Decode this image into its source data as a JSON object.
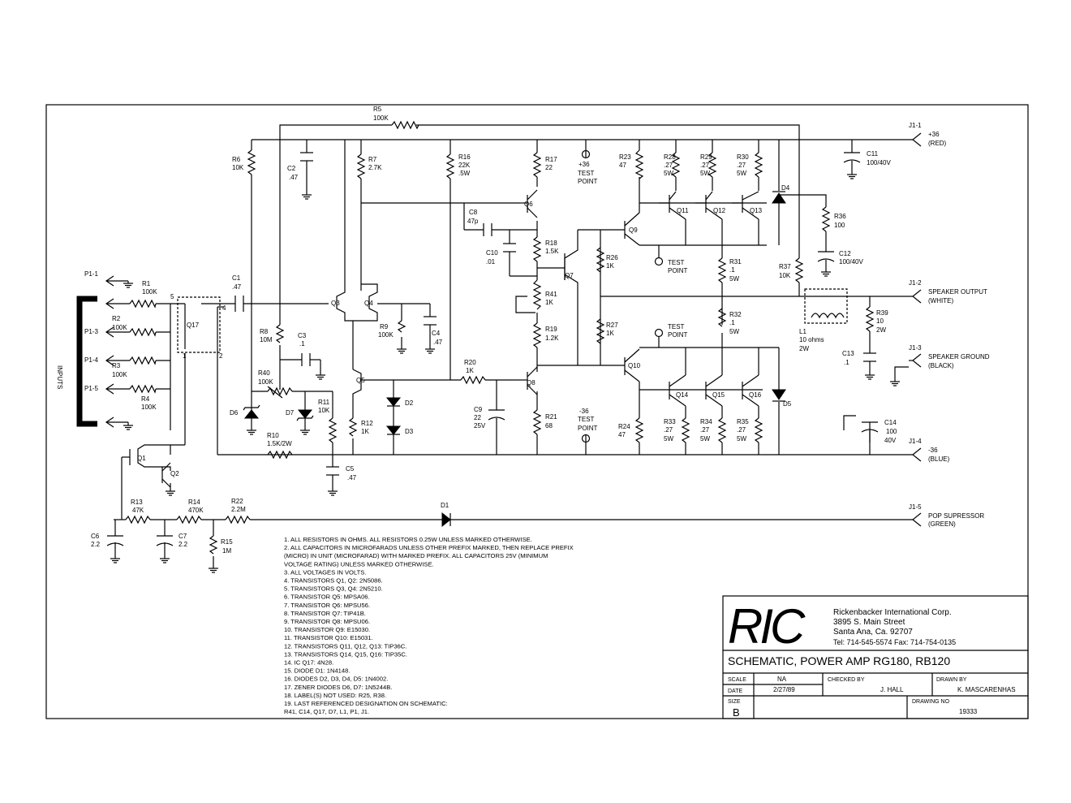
{
  "components": {
    "R5": {
      "ref": "R5",
      "value": "100K"
    },
    "R6": {
      "ref": "R6",
      "value": "10K"
    },
    "C2": {
      "ref": "C2",
      "value": ".47"
    },
    "R7": {
      "ref": "R7",
      "value": "2.7K"
    },
    "R16": {
      "ref": "R16",
      "value": "22K",
      "value2": ".5W"
    },
    "R17": {
      "ref": "R17",
      "value": "22"
    },
    "TP1": {
      "ref": "+36",
      "value": "TEST",
      "value2": "POINT"
    },
    "R23": {
      "ref": "R23",
      "value": "47"
    },
    "R28": {
      "ref": "R28",
      "value": ".27",
      "value2": "5W"
    },
    "R29": {
      "ref": "R29",
      "value": ".27",
      "value2": "5W"
    },
    "R30": {
      "ref": "R30",
      "value": ".27",
      "value2": "5W"
    },
    "C11": {
      "ref": "C11",
      "value": "100/40V"
    },
    "D4": {
      "ref": "D4"
    },
    "Q6": {
      "ref": "Q6"
    },
    "C8": {
      "ref": "C8",
      "value": "47p"
    },
    "Q9": {
      "ref": "Q9"
    },
    "Q11": {
      "ref": "Q11"
    },
    "Q12": {
      "ref": "Q12"
    },
    "Q13": {
      "ref": "Q13"
    },
    "R36": {
      "ref": "R36",
      "value": "100"
    },
    "C10": {
      "ref": "C10",
      "value": ".01"
    },
    "R18": {
      "ref": "R18",
      "value": "1.5K"
    },
    "R26": {
      "ref": "R26",
      "value": "1K"
    },
    "TP2": {
      "ref": "TEST",
      "value": "POINT"
    },
    "R31": {
      "ref": "R31",
      "value": ".1",
      "value2": "5W"
    },
    "C12": {
      "ref": "C12",
      "value": "100/40V"
    },
    "R37": {
      "ref": "R37",
      "value": "10K"
    },
    "P1_1": {
      "ref": "P1-1"
    },
    "R1": {
      "ref": "R1",
      "value": "100K"
    },
    "C1": {
      "ref": "C1",
      "value": ".47"
    },
    "Q7": {
      "ref": "Q7"
    },
    "R41": {
      "ref": "R41",
      "value": "1K"
    },
    "R2": {
      "ref": "R2",
      "value": "100K"
    },
    "P1_3": {
      "ref": "P1-3"
    },
    "Q3": {
      "ref": "Q3"
    },
    "Q4": {
      "ref": "Q4"
    },
    "Q17": {
      "ref": "Q17"
    },
    "R8": {
      "ref": "R8",
      "value": "10M"
    },
    "C3": {
      "ref": "C3",
      "value": ".1"
    },
    "R9": {
      "ref": "R9",
      "value": "100K"
    },
    "C4": {
      "ref": "C4",
      "value": ".47"
    },
    "R27": {
      "ref": "R27",
      "value": "1K"
    },
    "TP3": {
      "ref": "TEST",
      "value": "POINT"
    },
    "R32": {
      "ref": "R32",
      "value": ".1",
      "value2": "5W"
    },
    "R39": {
      "ref": "R39",
      "value": "10",
      "value2": "2W"
    },
    "L1": {
      "ref": "L1",
      "value": "10 ohms",
      "value2": "2W"
    },
    "C13": {
      "ref": "C13",
      "value": ".1"
    },
    "R19": {
      "ref": "R19",
      "value": "1.2K"
    },
    "INPUTS": {
      "ref": "INPUTS"
    },
    "R3": {
      "ref": "R3",
      "value": "100K"
    },
    "P1_4": {
      "ref": "P1-4"
    },
    "R20": {
      "ref": "R20",
      "value": "1K"
    },
    "Q10": {
      "ref": "Q10"
    },
    "R40": {
      "ref": "R40",
      "value": "100K"
    },
    "Q5": {
      "ref": "Q5"
    },
    "Q8": {
      "ref": "Q8"
    },
    "P1_5": {
      "ref": "P1-5"
    },
    "R4": {
      "ref": "R4",
      "value": "100K"
    },
    "D2": {
      "ref": "D2"
    },
    "Q14": {
      "ref": "Q14"
    },
    "Q15": {
      "ref": "Q15"
    },
    "Q16": {
      "ref": "Q16"
    },
    "D5": {
      "ref": "D5"
    },
    "D6": {
      "ref": "D6"
    },
    "D7": {
      "ref": "D7"
    },
    "R11": {
      "ref": "R11",
      "value": "10K"
    },
    "C9": {
      "ref": "C9",
      "value": "22",
      "value2": "25V"
    },
    "R21": {
      "ref": "R21",
      "value": "68"
    },
    "R12": {
      "ref": "R12",
      "value": "1K"
    },
    "D3": {
      "ref": "D3"
    },
    "TP4": {
      "ref": "-36",
      "value": "TEST",
      "value2": "POINT"
    },
    "R24": {
      "ref": "R24",
      "value": "47"
    },
    "R33": {
      "ref": "R33",
      "value": ".27",
      "value2": "5W"
    },
    "R34": {
      "ref": "R34",
      "value": ".27",
      "value2": "5W"
    },
    "R35": {
      "ref": "R35",
      "value": ".27",
      "value2": "5W"
    },
    "C14": {
      "ref": "C14",
      "value": "100",
      "value2": "40V"
    },
    "R10": {
      "ref": "R10",
      "value": "1.5K/2W"
    },
    "Q1": {
      "ref": "Q1"
    },
    "C5": {
      "ref": "C5",
      "value": ".47"
    },
    "Q2": {
      "ref": "Q2"
    },
    "R13": {
      "ref": "R13",
      "value": "47K"
    },
    "R14": {
      "ref": "R14",
      "value": "470K"
    },
    "R22": {
      "ref": "R22",
      "value": "2.2M"
    },
    "D1": {
      "ref": "D1"
    },
    "C6": {
      "ref": "C6",
      "value": "2.2"
    },
    "C7": {
      "ref": "C7",
      "value": "2.2"
    },
    "R15": {
      "ref": "R15",
      "value": "1M"
    }
  },
  "pins": {
    "p5": "5",
    "p4": "4",
    "p1": "1",
    "p2": "2"
  },
  "connectors": [
    {
      "ref": "J1-1",
      "name": "+36",
      "color": "(RED)"
    },
    {
      "ref": "J1-2",
      "name": "SPEAKER OUTPUT",
      "color": "(WHITE)"
    },
    {
      "ref": "J1-3",
      "name": "SPEAKER GROUND",
      "color": "(BLACK)"
    },
    {
      "ref": "J1-4",
      "name": "-36",
      "color": "(BLUE)"
    },
    {
      "ref": "J1-5",
      "name": "POP SUPRESSOR",
      "color": "(GREEN)"
    }
  ],
  "notes": [
    "1.   ALL RESISTORS IN OHMS. ALL RESISTORS 0.25W UNLESS MARKED OTHERWISE.",
    "2.   ALL CAPACITORS IN MICROFARADS UNLESS OTHER PREFIX MARKED, THEN REPLACE PREFIX",
    "       (MICRO) IN UNIT (MICROFARAD) WITH MARKED PREFIX. ALL CAPACITORS 25V (MINIMUM",
    "       VOLTAGE RATING) UNLESS MARKED OTHERWISE.",
    "3.   ALL VOLTAGES IN VOLTS.",
    "4.   TRANSISTORS Q1, Q2: 2N5086.",
    "5.   TRANSISTORS Q3, Q4: 2N5210.",
    "6.   TRANSISTOR Q5: MPSA06.",
    "7.   TRANSISTOR Q6: MPSU56.",
    "8.   TRANSISTOR Q7: TIP41B.",
    "9.   TRANSISTOR Q8: MPSU06.",
    "10.  TRANSISTOR Q9: E15030.",
    "11.  TRANSISTOR Q10: E15031.",
    "12.  TRANSISTORS Q11, Q12, Q13: TIP36C.",
    "13.  TRANSISTORS Q14, Q15, Q16: TIP35C.",
    "14.  IC Q17: 4N28.",
    "15.  DIODE D1: 1N4148.",
    "16.  DIODES D2, D3, D4, D5: 1N4002.",
    "17.  ZENER DIODES D6, D7: 1N5244B.",
    "18.  LABEL(S) NOT USED: R25, R38.",
    "19.  LAST REFERENCED DESIGNATION ON SCHEMATIC:",
    "       R41, C14, Q17, D7, L1, P1, J1."
  ],
  "title_block": {
    "logo": "RIC",
    "company": "Rickenbacker International Corp.",
    "street": "3895 S. Main Street",
    "city": "Santa Ana, Ca. 92707",
    "phone": "Tel: 714-545-5574  Fax: 714-754-0135",
    "title": "SCHEMATIC, POWER AMP RG180, RB120",
    "scale_label": "SCALE",
    "scale_value": "NA",
    "date_label": "DATE",
    "date_value": "2/27/89",
    "checked_label": "CHECKED BY",
    "checked_value": "J. HALL",
    "drawn_label": "DRAWN BY",
    "drawn_value": "K. MASCARENHAS",
    "size_label": "SIZE",
    "size_value": "B",
    "drawing_no_label": "DRAWING NO",
    "drawing_no_value": "19333"
  }
}
